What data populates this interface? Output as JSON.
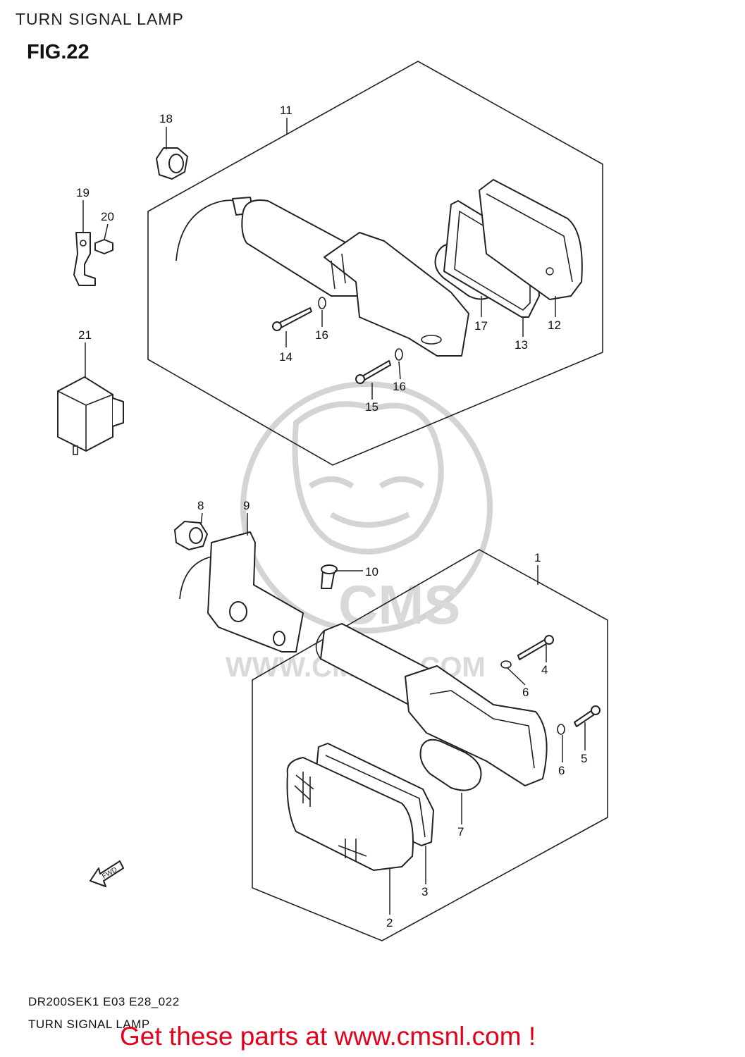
{
  "header": {
    "title": "TURN SIGNAL LAMP",
    "figure": "FIG.22"
  },
  "watermark": {
    "brand": "CMS",
    "url": "WWW.CMSNL.COM"
  },
  "parts": {
    "p1": "1",
    "p2": "2",
    "p3": "3",
    "p4": "4",
    "p5": "5",
    "p6a": "6",
    "p6b": "6",
    "p7": "7",
    "p8": "8",
    "p9": "9",
    "p10": "10",
    "p11": "11",
    "p12": "12",
    "p13": "13",
    "p14": "14",
    "p15": "15",
    "p16a": "16",
    "p16b": "16",
    "p17": "17",
    "p18": "18",
    "p19": "19",
    "p20": "20",
    "p21": "21"
  },
  "fwd_label": "FWD",
  "footer": {
    "code": "DR200SEK1 E03 E28_022",
    "title": "TURN SIGNAL LAMP",
    "cta": "Get these parts at www.cmsnl.com !"
  },
  "colors": {
    "cta": "#e3001b",
    "watermark": "#d4d4d4"
  }
}
